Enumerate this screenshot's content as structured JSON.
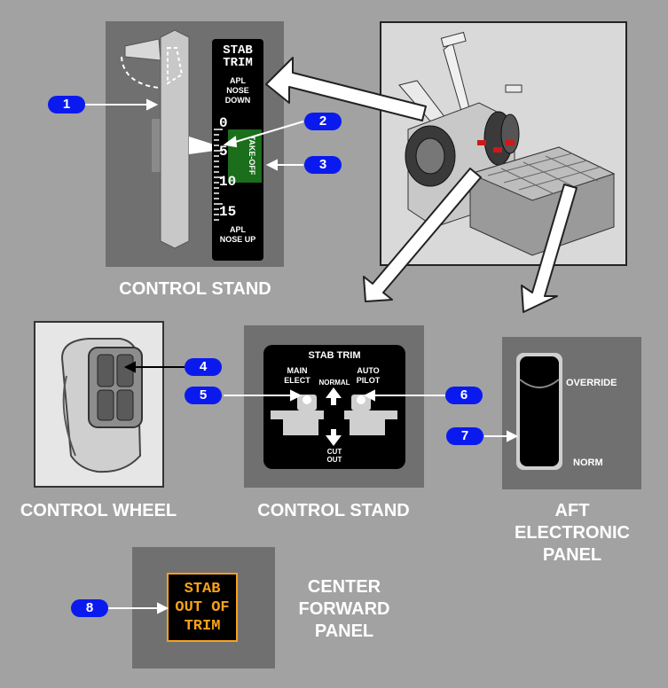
{
  "captions": {
    "control_stand_top": "CONTROL STAND",
    "control_wheel": "CONTROL WHEEL",
    "control_stand_bottom": "CONTROL STAND",
    "aft_electronic_panel": [
      "AFT",
      "ELECTRONIC",
      "PANEL"
    ],
    "center_forward_panel": [
      "CENTER",
      "FORWARD",
      "PANEL"
    ]
  },
  "trim_indicator": {
    "title": [
      "STAB",
      "TRIM"
    ],
    "nose_down": [
      "APL",
      "NOSE",
      "DOWN"
    ],
    "nose_up": [
      "APL",
      "NOSE UP"
    ],
    "scale": [
      "0",
      "5",
      "10",
      "15"
    ],
    "takeoff_band": "TAKE-OFF"
  },
  "cutout_panel": {
    "title": "STAB TRIM",
    "main_elect": [
      "MAIN",
      "ELECT"
    ],
    "auto_pilot": [
      "AUTO",
      "PILOT"
    ],
    "normal": "NORMAL",
    "cut_out": [
      "CUT",
      "OUT"
    ]
  },
  "override_panel": {
    "override": "OVERRIDE",
    "norm": "NORM"
  },
  "annunciator": {
    "lines": [
      "STAB",
      "OUT OF",
      "TRIM"
    ]
  },
  "callouts": [
    "1",
    "2",
    "3",
    "4",
    "5",
    "6",
    "7",
    "8"
  ],
  "colors": {
    "background": "#a2a2a2",
    "panel": "#707070",
    "callout": "#0a1aee",
    "takeoff_band": "#1b6e1b",
    "annunciator_text": "#f7a21b"
  }
}
